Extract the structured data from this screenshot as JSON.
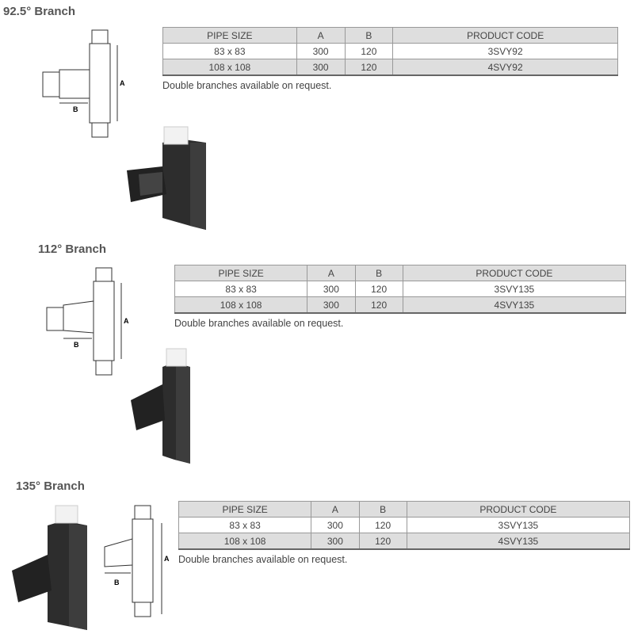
{
  "sections": [
    {
      "title": "92.5° Branch",
      "headers": [
        "PIPE SIZE",
        "A",
        "B",
        "PRODUCT CODE"
      ],
      "rows": [
        [
          "83 x 83",
          "300",
          "120",
          "3SVY92"
        ],
        [
          "108 x 108",
          "300",
          "120",
          "4SVY92"
        ]
      ],
      "note": "Double branches available on request.",
      "dim_a": "A",
      "dim_b": "B"
    },
    {
      "title": "112° Branch",
      "headers": [
        "PIPE SIZE",
        "A",
        "B",
        "PRODUCT CODE"
      ],
      "rows": [
        [
          "83 x 83",
          "300",
          "120",
          "3SVY135"
        ],
        [
          "108 x 108",
          "300",
          "120",
          "4SVY135"
        ]
      ],
      "note": "Double branches available on request.",
      "dim_a": "A",
      "dim_b": "B"
    },
    {
      "title": "135° Branch",
      "headers": [
        "PIPE SIZE",
        "A",
        "B",
        "PRODUCT CODE"
      ],
      "rows": [
        [
          "83 x 83",
          "300",
          "120",
          "3SVY135"
        ],
        [
          "108 x 108",
          "300",
          "120",
          "4SVY135"
        ]
      ],
      "note": "Double branches available on request.",
      "dim_a": "A",
      "dim_b": "B"
    }
  ]
}
